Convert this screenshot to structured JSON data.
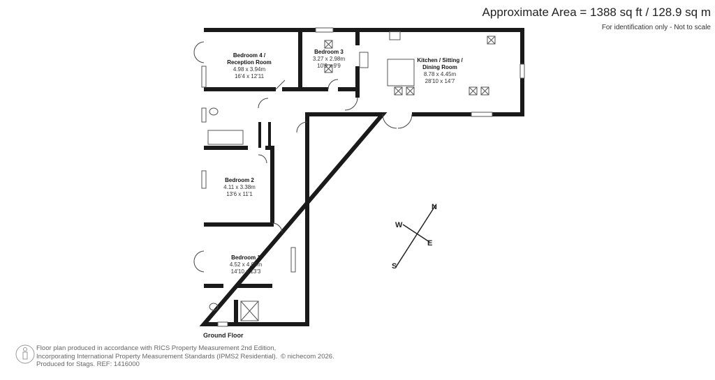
{
  "header": {
    "area": "Approximate Area = 1388 sq ft / 128.9  sq m",
    "note": "For identification only - Not to scale"
  },
  "rooms": [
    {
      "name": "Bedroom 4 /",
      "name2": "Reception Room",
      "metric": "4.98 x 3.94m",
      "imperial": "16'4 x 12'11"
    },
    {
      "name": "Bedroom 3",
      "metric": "3.27 x 2.98m",
      "imperial": "10'9 x 9'9"
    },
    {
      "name": "Kitchen / Sitting /",
      "name2": "Dining Room",
      "metric": "8.78 x 4.45m",
      "imperial": "28'10 x 14'7"
    },
    {
      "name": "Bedroom 2",
      "metric": "4.11 x 3.38m",
      "imperial": "13'6 x 11'1"
    },
    {
      "name": "Bedroom 1",
      "metric": "4.52 x 4.05m",
      "imperial": "14'10 x 13'3"
    }
  ],
  "floor_label": "Ground Floor",
  "compass": {
    "n": "N",
    "s": "S",
    "e": "E",
    "w": "W"
  },
  "footer": {
    "line1": "Floor plan produced in accordance with RICS Property Measurement 2nd Edition,",
    "line2": "Incorporating International Property Measurement Standards (IPMS2 Residential).",
    "line3": "Produced for Stags.   REF: 1416000",
    "copyright": "© nichecom 2026."
  },
  "colors": {
    "wall": "#1a1a1a",
    "text": "#222222",
    "footer": "#666666"
  }
}
